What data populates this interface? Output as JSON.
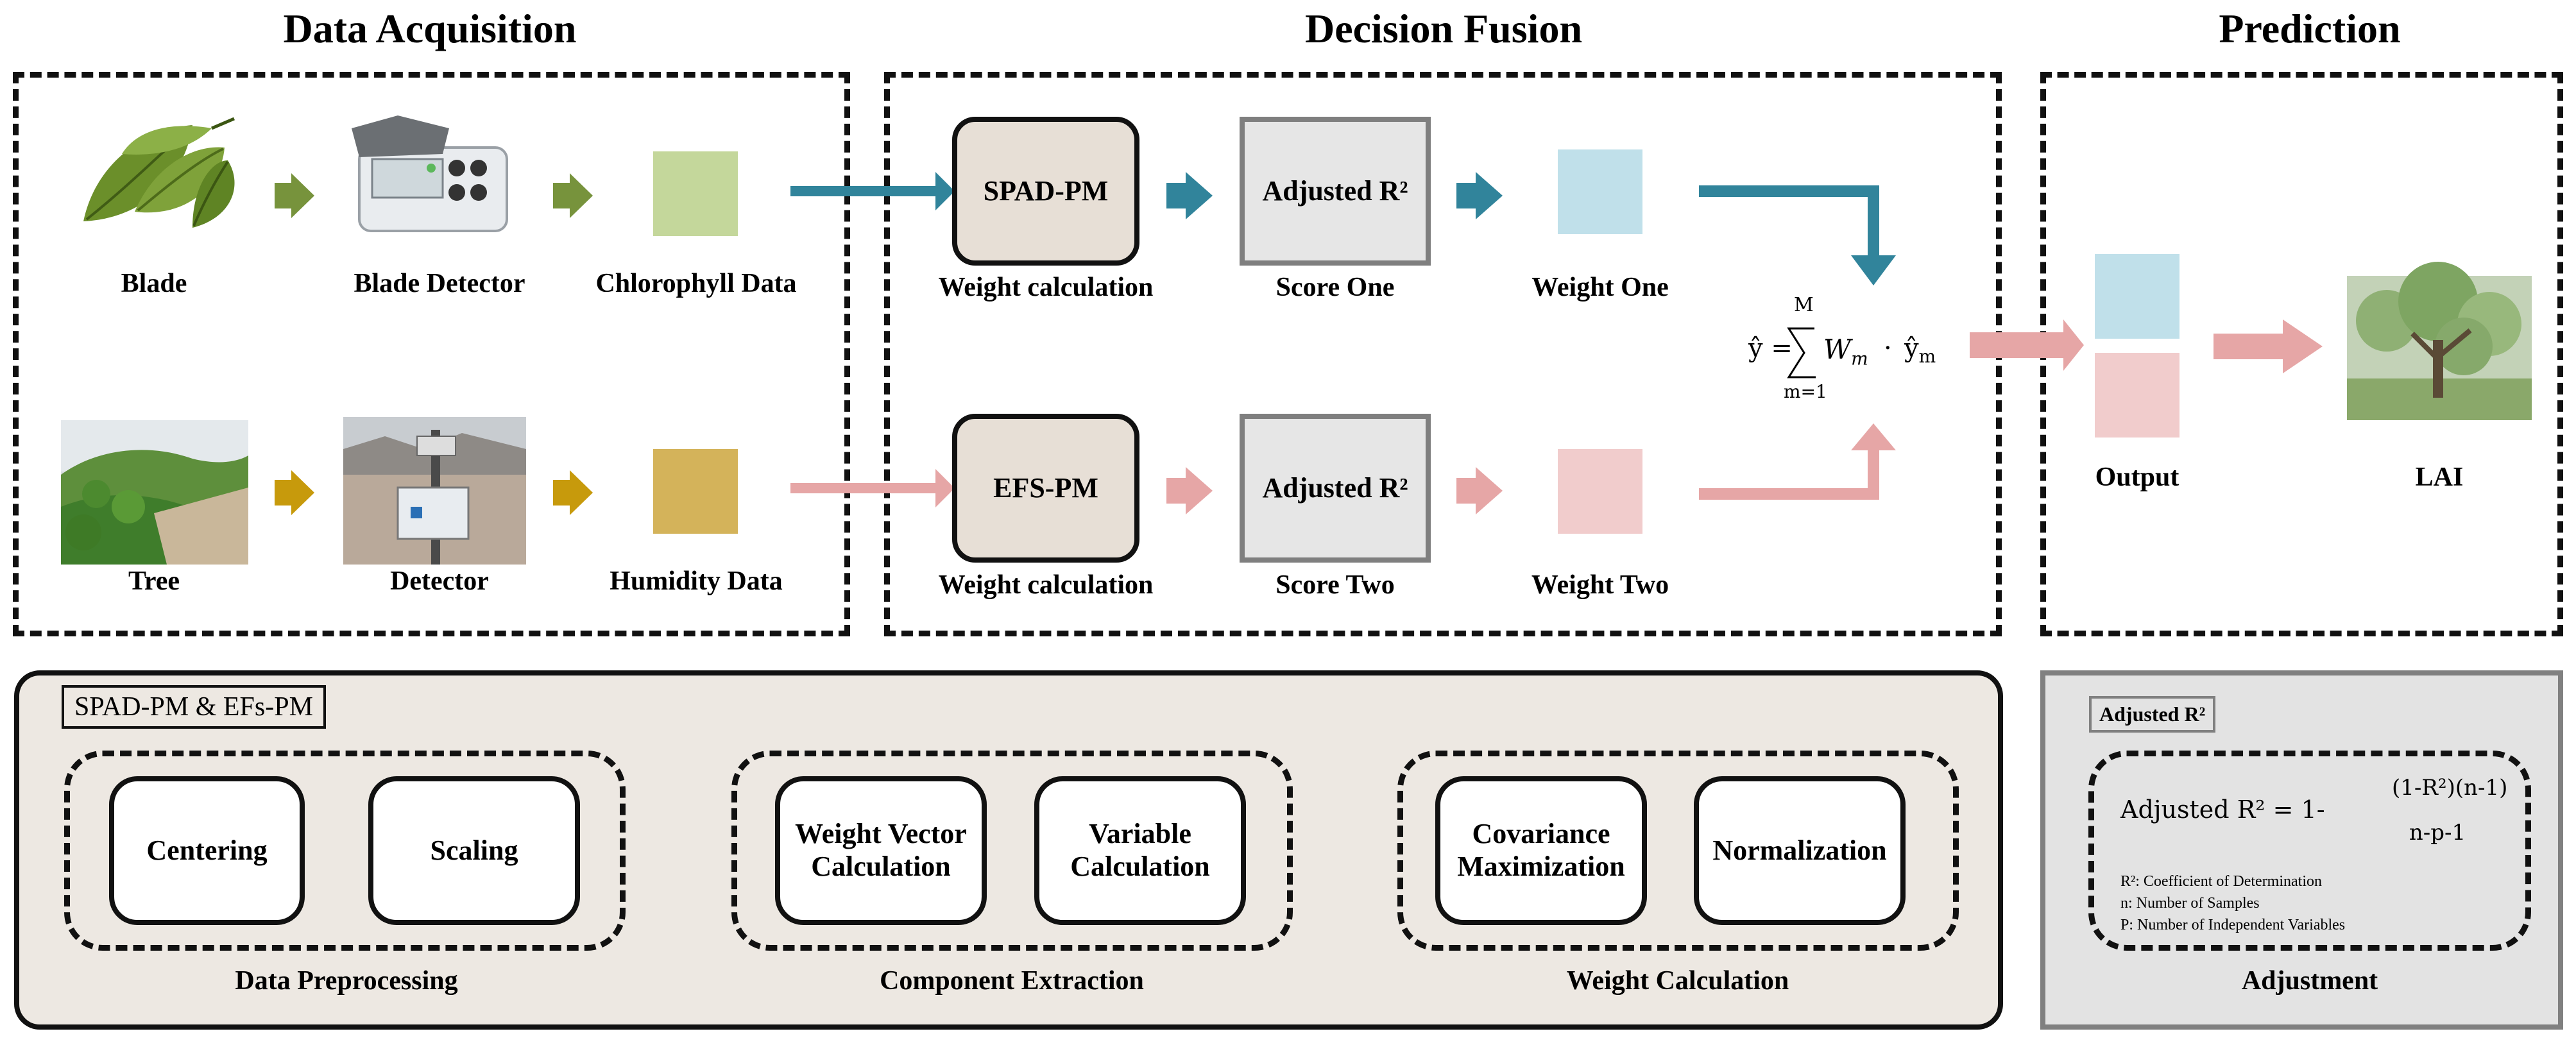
{
  "sections": {
    "acquisition": "Data Acquisition",
    "fusion": "Decision Fusion",
    "prediction": "Prediction"
  },
  "acquisition": {
    "blade": "Blade",
    "blade_detector": "Blade Detector",
    "chlorophyll": "Chlorophyll Data",
    "tree": "Tree",
    "detector": "Detector",
    "humidity": "Humidity Data"
  },
  "fusion": {
    "model1": "SPAD-PM",
    "model2": "EFS-PM",
    "model_caption": "Weight calculation",
    "score_box": "Adjusted R²",
    "score1": "Score One",
    "score2": "Score Two",
    "weight1": "Weight One",
    "weight2": "Weight Two",
    "formula": {
      "lhs": "ŷ =",
      "sum_top": "M",
      "sum_bottom": "m=1",
      "term": "W",
      "term_sub": "m",
      "dot": "·",
      "yhat": "ŷ",
      "yhat_sub": "m"
    }
  },
  "prediction": {
    "output": "Output",
    "lai": "LAI"
  },
  "bottom": {
    "tag": "SPAD-PM & EFs-PM",
    "groups": [
      {
        "caption": "Data Preprocessing",
        "steps": [
          "Centering",
          "Scaling"
        ]
      },
      {
        "caption": "Component Extraction",
        "steps": [
          "Weight Vector Calculation",
          "Variable Calculation"
        ]
      },
      {
        "caption": "Weight Calculation",
        "steps": [
          "Covariance Maximization",
          "Normalization"
        ]
      }
    ]
  },
  "adjustment": {
    "tag": "Adjusted R²",
    "formula_lhs": "Adjusted R² = 1-",
    "numerator": "(1-R²)(n-1)",
    "denominator": "n-p-1",
    "notes": [
      "R²: Coefficient of Determination",
      "n:  Number of Samples",
      "P:  Number of Independent Variables"
    ],
    "caption": "Adjustment"
  },
  "colors": {
    "green_arrow": "#77933c",
    "gold_arrow": "#c79a0c",
    "teal_arrow": "#31849b",
    "pink_arrow": "#e6a6a6",
    "gray_arrow": "#808080",
    "chlorophyll_square": "#c4d79b",
    "humidity_square": "#d4b35a",
    "weight_one_square": "#c0e0ea",
    "weight_two_square": "#f1cccc",
    "panel_beige": "#ede8e2",
    "panel_gray": "#e3e3e3"
  }
}
